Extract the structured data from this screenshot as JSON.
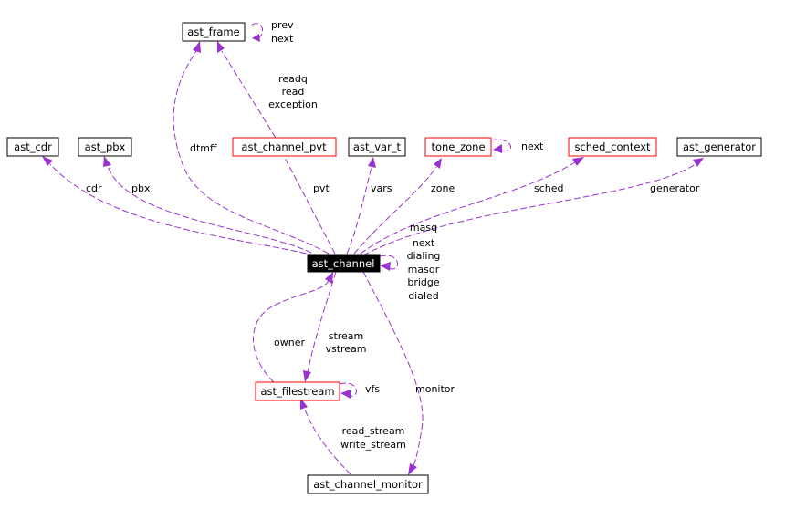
{
  "nodes": {
    "ast_frame": "ast_frame",
    "ast_cdr": "ast_cdr",
    "ast_pbx": "ast_pbx",
    "ast_channel_pvt": "ast_channel_pvt",
    "ast_var_t": "ast_var_t",
    "tone_zone": "tone_zone",
    "sched_context": "sched_context",
    "ast_generator": "ast_generator",
    "ast_channel": "ast_channel",
    "ast_filestream": "ast_filestream",
    "ast_channel_monitor": "ast_channel_monitor"
  },
  "edge_labels": {
    "frame_self": [
      "prev",
      "next"
    ],
    "frame_from_pvt": [
      "readq",
      "read",
      "exception"
    ],
    "dtmff": "dtmff",
    "cdr": "cdr",
    "pbx": "pbx",
    "pvt": "pvt",
    "vars": "vars",
    "zone": "zone",
    "tone_zone_self": "next",
    "sched": "sched",
    "generator": "generator",
    "channel_self": [
      "masq",
      "next",
      "dialing",
      "masqr",
      "bridge",
      "dialed"
    ],
    "owner": "owner",
    "stream": [
      "stream",
      "vstream"
    ],
    "vfs": "vfs",
    "monitor": "monitor",
    "monitor_streams": [
      "read_stream",
      "write_stream"
    ]
  },
  "colors": {
    "edge": "#9a32cd",
    "focus_fill": "#000000",
    "struct_border": "#000000",
    "incomplete_border": "#ff0000"
  }
}
